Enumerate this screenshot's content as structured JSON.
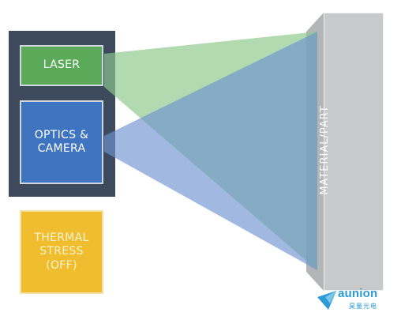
{
  "boxes": {
    "laser": {
      "label": "LASER"
    },
    "optics": {
      "line1": "OPTICS &",
      "line2": "CAMERA"
    },
    "thermal": {
      "line1": "THERMAL",
      "line2": "STRESS",
      "line3": "(OFF)"
    }
  },
  "material": {
    "label": "MATERIAL/PART"
  },
  "logo": {
    "brand": "aunion",
    "subtitle": "昊量光电"
  },
  "colors": {
    "housing": "#3d4a5e",
    "laser": "#5aaa5a",
    "optics": "#3f74c0",
    "thermal": "#f0bd2f",
    "material": "#c8c9ca",
    "beam_green": "#8cc88c",
    "beam_blue": "#6f94d0",
    "brand": "#2a9bd6"
  }
}
